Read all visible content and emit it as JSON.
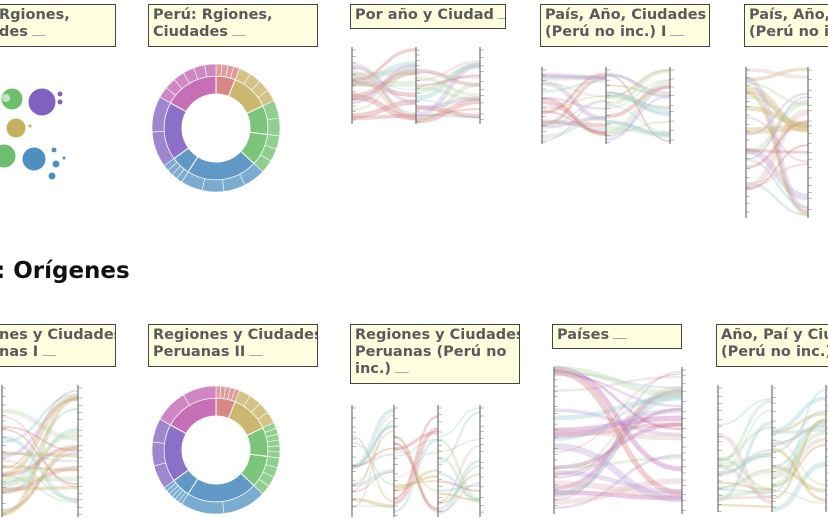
{
  "section_heading": ": Orígenes",
  "cards_top": [
    {
      "id": "regiones-ciudades-bubbles",
      "title_line1": "Rgiones,",
      "title_line2": "des",
      "viz": "bubbles"
    },
    {
      "id": "peru-rgiones-ciudades",
      "title_line1": "Perú: Rgiones,",
      "title_line2": "Ciudades",
      "viz": "sunburst"
    },
    {
      "id": "por-ano-ciudad",
      "title_line1": "Por año y Ciudad",
      "title_line2": "",
      "viz": "sankey"
    },
    {
      "id": "pais-ano-ciudades-1",
      "title_line1": "País, Año, Ciudades",
      "title_line2": "(Perú no inc.) I",
      "viz": "sankey"
    },
    {
      "id": "pais-ano-ciudades-2",
      "title_line1": "País, Año, C",
      "title_line2": "(Perú no in",
      "viz": "sankey"
    }
  ],
  "cards_bottom": [
    {
      "id": "regiones-ciudades-peruanas-1",
      "title_line1": "nes y Ciudades",
      "title_line2": "nas I",
      "title_line3": "",
      "viz": "sankey"
    },
    {
      "id": "regiones-ciudades-peruanas-2",
      "title_line1": "Regiones y Ciudades",
      "title_line2": "Peruanas II",
      "title_line3": "",
      "viz": "sunburst"
    },
    {
      "id": "regiones-ciudades-peruanas-peru-no-inc",
      "title_line1": "Regiones y Ciudades",
      "title_line2": "Peruanas (Perú no",
      "title_line3": "inc.)",
      "viz": "sankey"
    },
    {
      "id": "paises",
      "title_line1": "Países",
      "title_line2": "",
      "title_line3": "",
      "viz": "sankey"
    },
    {
      "id": "ano-pai-ciudades",
      "title_line1": "Año, Paí y Ciuc",
      "title_line2": "(Perú no inc.)",
      "title_line3": "",
      "viz": "sankey"
    }
  ],
  "palette": [
    "#d47b7b",
    "#c6b060",
    "#6dbf6d",
    "#4f8fc0",
    "#8060c0",
    "#c060b0",
    "#9ecbd1",
    "#bfa0d8",
    "#b8d8a8",
    "#e0b8b8"
  ]
}
